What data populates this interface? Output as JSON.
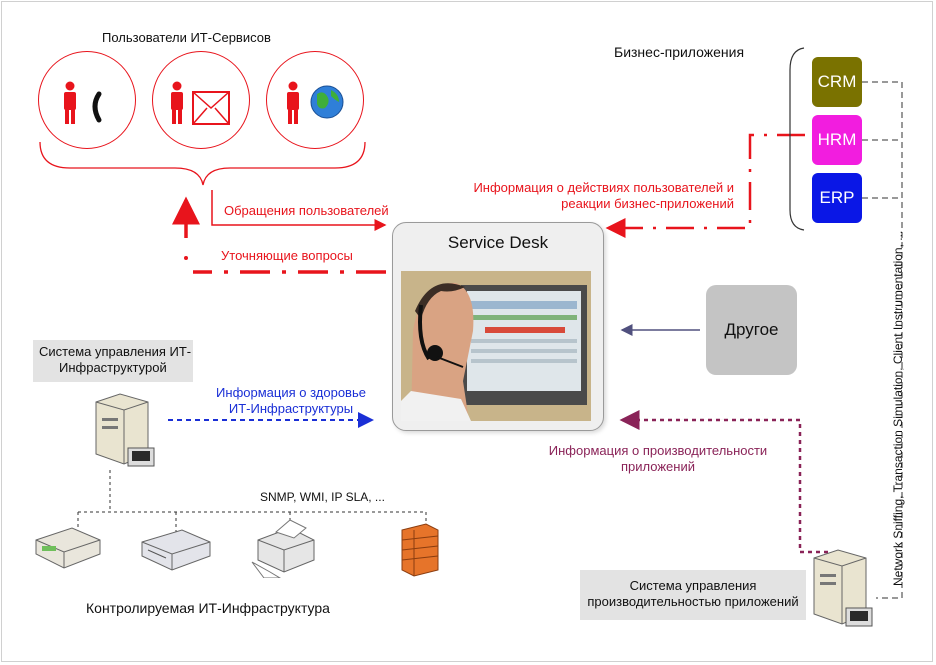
{
  "users_title": "Пользователи ИТ-Сервисов",
  "business_apps_title": "Бизнес-приложения",
  "apps": [
    {
      "label": "CRM",
      "color": "#7a7200"
    },
    {
      "label": "HRM",
      "color": "#f21ddf"
    },
    {
      "label": "ERP",
      "color": "#0a17e6"
    }
  ],
  "service_desk_title": "Service Desk",
  "other_label": "Другое",
  "arrows": {
    "requests": "Обращения пользователей",
    "clarifying": "Уточняющие вопросы",
    "user_actions": [
      "Информация о действиях пользователей и",
      "реакции бизнес-приложений"
    ],
    "infra_health": [
      "Информация  о здоровье",
      "ИТ-Инфраструктуры"
    ],
    "app_perf": [
      "Информация о производительности",
      "приложений"
    ]
  },
  "infra_mgmt": [
    "Система управления ИТ-",
    "Инфраструктурой"
  ],
  "protocols": "SNMP, WMI, IP SLA, ...",
  "monitored_infra": "Контролируемая ИТ-Инфраструктура",
  "apm_system": [
    "Система  управления",
    "производительностью приложений"
  ],
  "vertical_label": "Network Sniffing, Transaction Simulation, Client Instrumentation, ..."
}
